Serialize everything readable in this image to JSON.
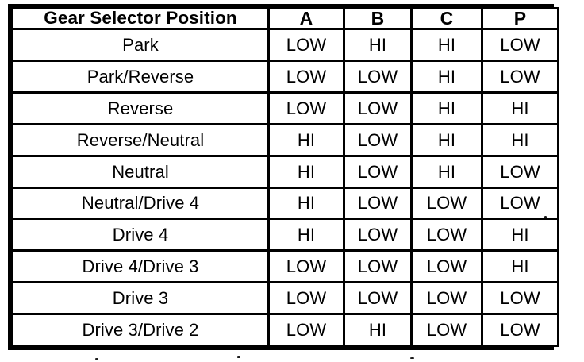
{
  "document": {
    "kind": "scanned-table",
    "background_color": "#ffffff",
    "ink_color": "#000000"
  },
  "table": {
    "columns": [
      {
        "key": "position",
        "label": "Gear Selector Position"
      },
      {
        "key": "a",
        "label": "A"
      },
      {
        "key": "b",
        "label": "B"
      },
      {
        "key": "c",
        "label": "C"
      },
      {
        "key": "p",
        "label": "P"
      }
    ],
    "rows": [
      {
        "position": "Park",
        "a": "LOW",
        "b": "HI",
        "c": "HI",
        "p": "LOW"
      },
      {
        "position": "Park/Reverse",
        "a": "LOW",
        "b": "LOW",
        "c": "HI",
        "p": "LOW"
      },
      {
        "position": "Reverse",
        "a": "LOW",
        "b": "LOW",
        "c": "HI",
        "p": "HI"
      },
      {
        "position": "Reverse/Neutral",
        "a": "HI",
        "b": "LOW",
        "c": "HI",
        "p": "HI"
      },
      {
        "position": "Neutral",
        "a": "HI",
        "b": "LOW",
        "c": "HI",
        "p": "LOW"
      },
      {
        "position": "Neutral/Drive 4",
        "a": "HI",
        "b": "LOW",
        "c": "LOW",
        "p": "LOW"
      },
      {
        "position": "Drive 4",
        "a": "HI",
        "b": "LOW",
        "c": "LOW",
        "p": "HI"
      },
      {
        "position": "Drive 4/Drive 3",
        "a": "LOW",
        "b": "LOW",
        "c": "LOW",
        "p": "HI"
      },
      {
        "position": "Drive 3",
        "a": "LOW",
        "b": "LOW",
        "c": "LOW",
        "p": "LOW"
      },
      {
        "position": "Drive 3/Drive 2",
        "a": "LOW",
        "b": "HI",
        "c": "LOW",
        "p": "LOW"
      }
    ]
  },
  "chart_data": {
    "type": "table",
    "title": "Gear Selector Position",
    "categories": [
      "Park",
      "Park/Reverse",
      "Reverse",
      "Reverse/Neutral",
      "Neutral",
      "Neutral/Drive 4",
      "Drive 4",
      "Drive 4/Drive 3",
      "Drive 3",
      "Drive 3/Drive 2"
    ],
    "series": [
      {
        "name": "A",
        "values": [
          "LOW",
          "LOW",
          "LOW",
          "HI",
          "HI",
          "HI",
          "HI",
          "LOW",
          "LOW",
          "LOW"
        ]
      },
      {
        "name": "B",
        "values": [
          "HI",
          "LOW",
          "LOW",
          "LOW",
          "LOW",
          "LOW",
          "LOW",
          "LOW",
          "LOW",
          "HI"
        ]
      },
      {
        "name": "C",
        "values": [
          "HI",
          "HI",
          "HI",
          "HI",
          "HI",
          "LOW",
          "LOW",
          "LOW",
          "LOW",
          "LOW"
        ]
      },
      {
        "name": "P",
        "values": [
          "LOW",
          "LOW",
          "HI",
          "HI",
          "LOW",
          "LOW",
          "HI",
          "HI",
          "LOW",
          "LOW"
        ]
      }
    ],
    "xlabel": "",
    "ylabel": "",
    "grid": true,
    "legend": "none"
  }
}
